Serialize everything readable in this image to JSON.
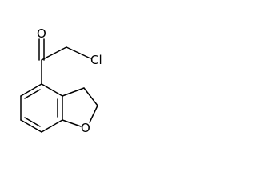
{
  "molecule": {
    "atoms": {
      "oxygen_carbonyl": "O",
      "chlorine": "Cl",
      "oxygen_ring": "O"
    }
  },
  "colors": {
    "background": "#ffffff",
    "bond": "#000000",
    "label": "#000000"
  }
}
